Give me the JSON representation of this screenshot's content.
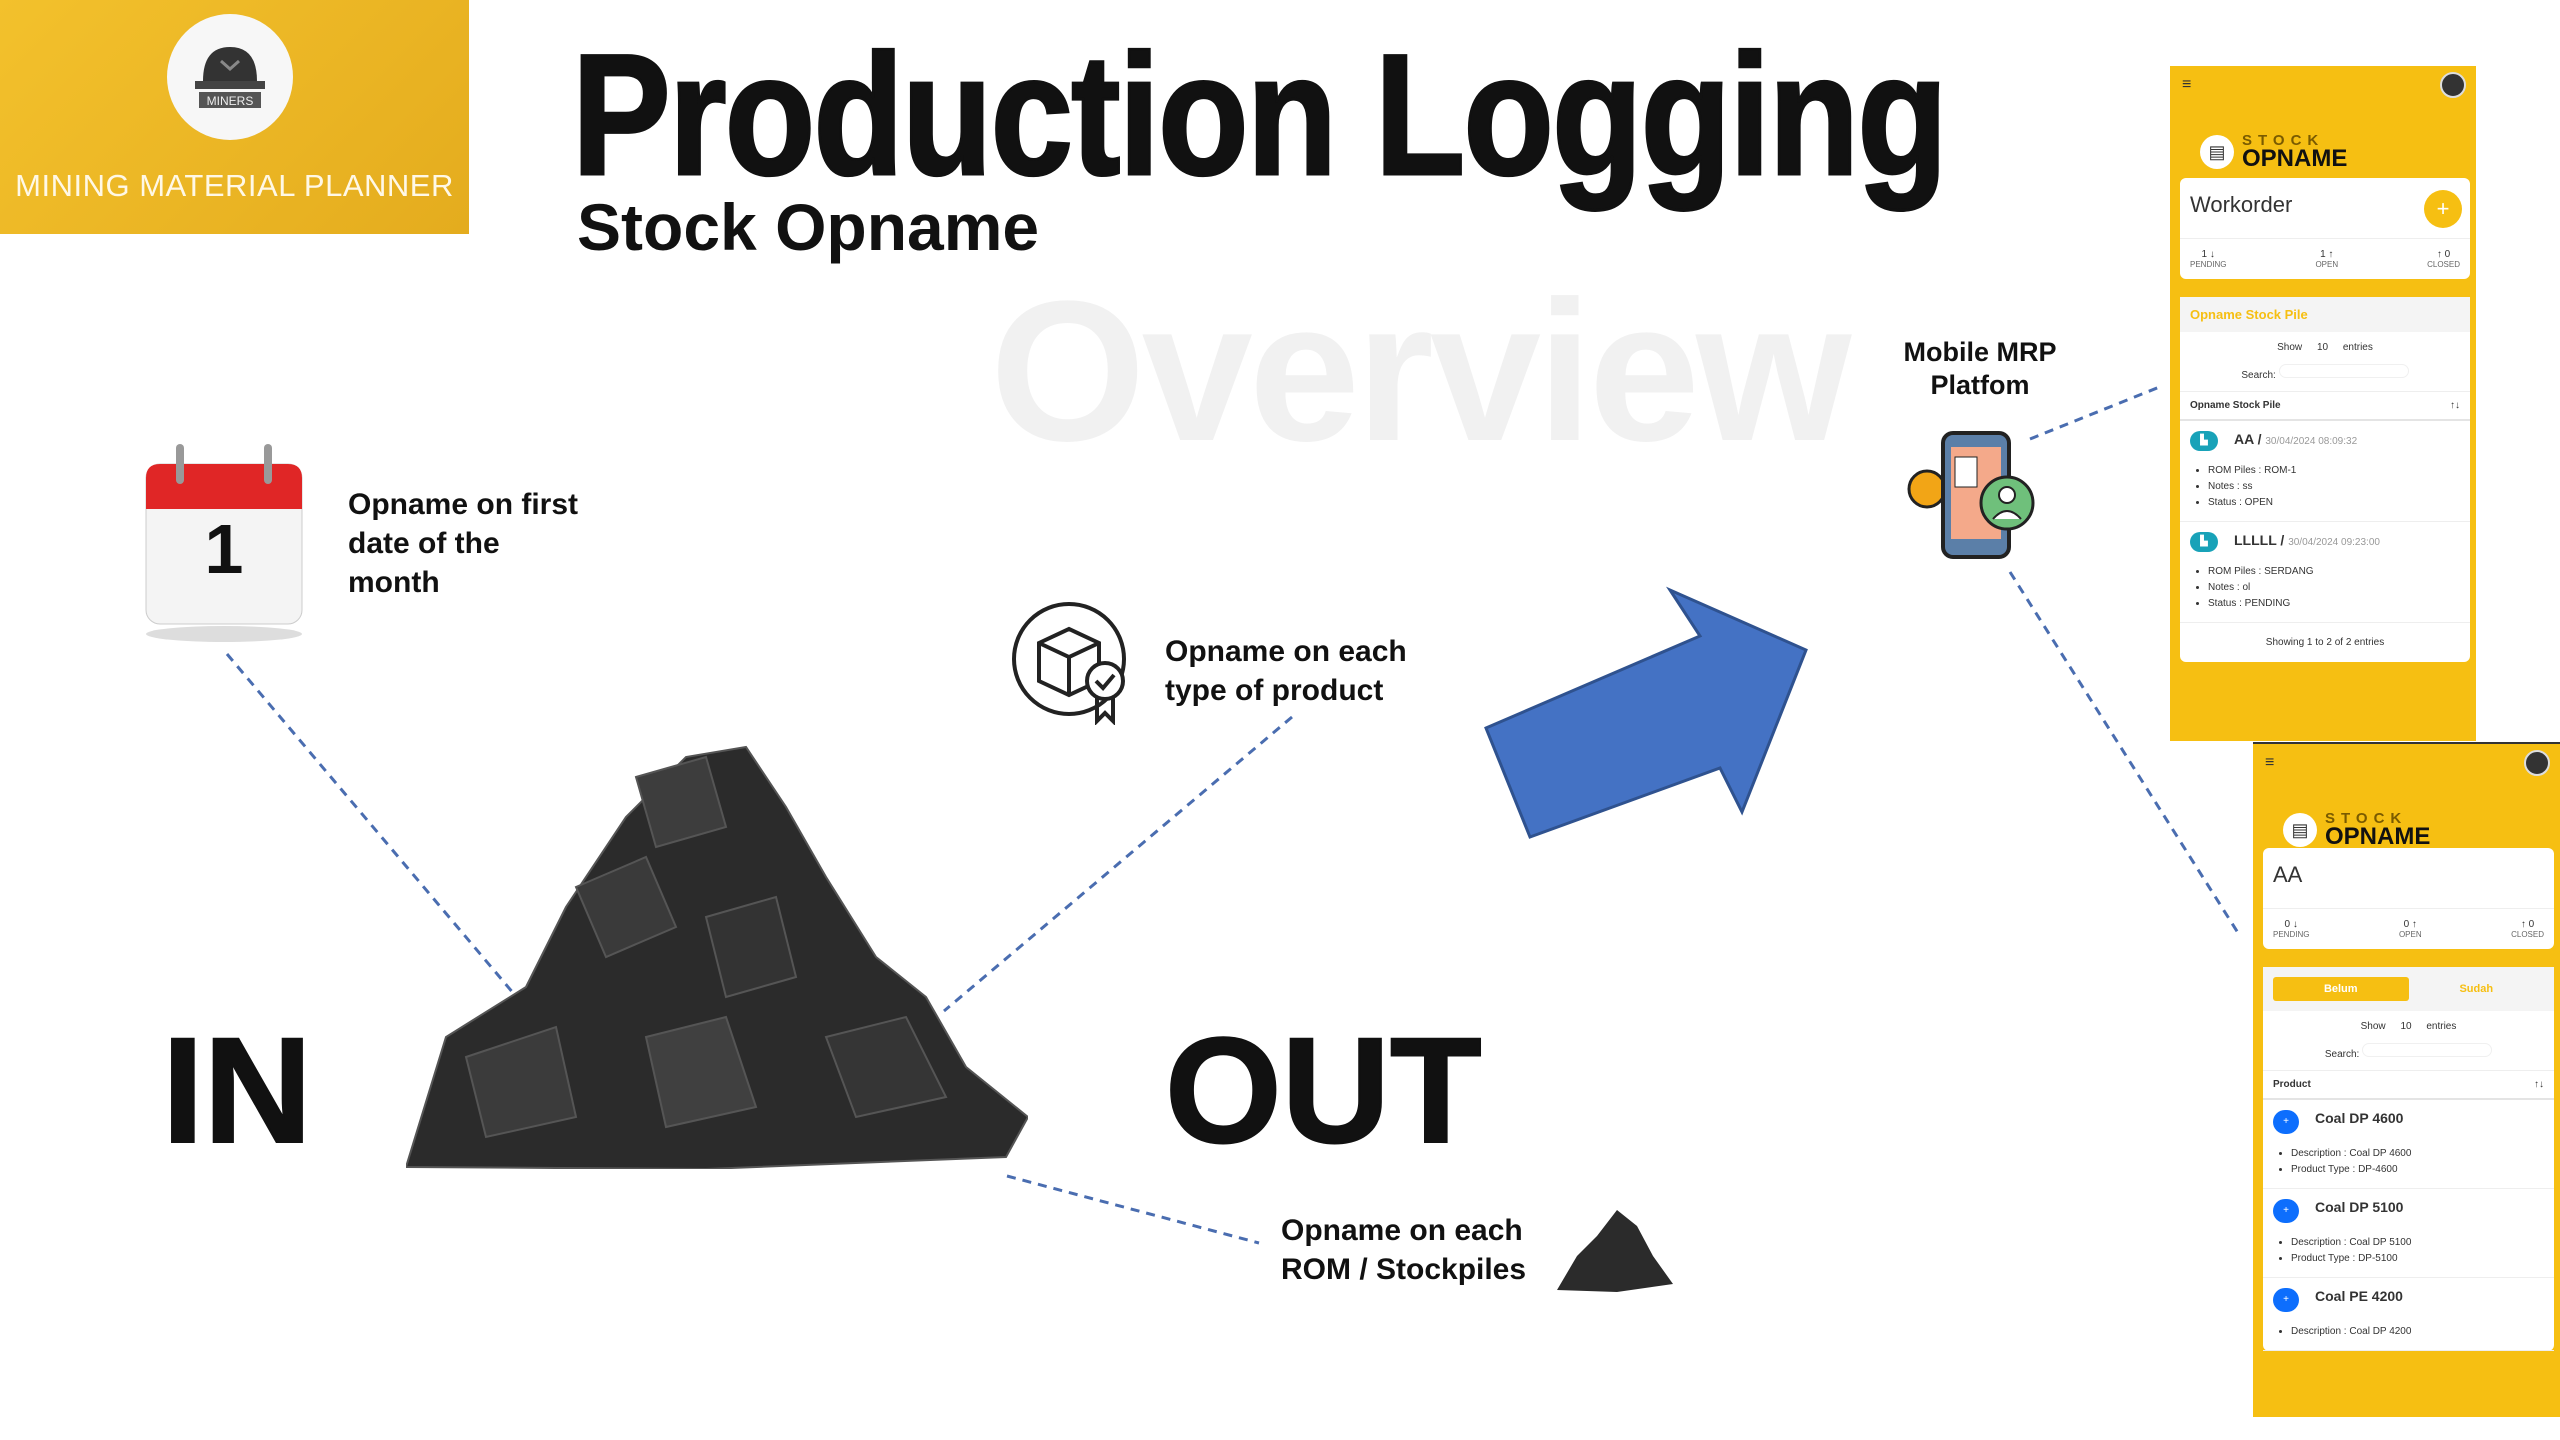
{
  "logo": {
    "emblem_text": "MINERS",
    "title": "MINING MATERIAL PLANNER"
  },
  "header": {
    "title": "Production Logging",
    "subtitle": "Stock Opname",
    "watermark": "Overview"
  },
  "labels": {
    "first_date": [
      "Opname on first",
      "date of the",
      "month"
    ],
    "calendar_day": "1",
    "product_type": [
      "Opname on each",
      "type of product"
    ],
    "rom": [
      "Opname on each",
      "ROM / Stockpiles"
    ],
    "in": "IN",
    "out": "OUT",
    "mobile": [
      "Mobile MRP",
      "Platfom"
    ]
  },
  "colors": {
    "brand_yellow": "#f6bf12",
    "arrow_blue": "#4472c4"
  },
  "phone1": {
    "brand_top": "STOCK",
    "brand_bottom": "OPNAME",
    "card_title": "Workorder",
    "add": "+",
    "stats": [
      {
        "value": "1 ↓",
        "label": "PENDING"
      },
      {
        "value": "1 ↑",
        "label": "OPEN"
      },
      {
        "value": "↑ 0",
        "label": "CLOSED"
      }
    ],
    "section": "Opname Stock Pile",
    "show": "Show",
    "show_value": "10",
    "entries": "entries",
    "search": "Search:",
    "column": "Opname Stock Pile",
    "sort": "↑↓",
    "rows": [
      {
        "name": "AA /",
        "date": "30/04/2024 08:09:32",
        "items": [
          "ROM Piles : ROM-1",
          "Notes : ss",
          "Status : OPEN"
        ]
      },
      {
        "name": "LLLLL /",
        "date": "30/04/2024 09:23:00",
        "items": [
          "ROM Piles : SERDANG",
          "Notes : ol",
          "Status : PENDING"
        ]
      }
    ],
    "footer": "Showing 1 to 2 of 2 entries"
  },
  "phone2": {
    "brand_top": "STOCK",
    "brand_bottom": "OPNAME",
    "card_title": "AA",
    "stats": [
      {
        "value": "0 ↓",
        "label": "PENDING"
      },
      {
        "value": "0 ↑",
        "label": "OPEN"
      },
      {
        "value": "↑ 0",
        "label": "CLOSED"
      }
    ],
    "tabs": [
      "Belum",
      "Sudah"
    ],
    "show": "Show",
    "show_value": "10",
    "entries": "entries",
    "search": "Search:",
    "column": "Product",
    "sort": "↑↓",
    "rows": [
      {
        "name": "Coal DP 4600",
        "items": [
          "Description : Coal DP 4600",
          "Product Type : DP-4600"
        ]
      },
      {
        "name": "Coal DP 5100",
        "items": [
          "Description : Coal DP 5100",
          "Product Type : DP-5100"
        ]
      },
      {
        "name": "Coal PE 4200",
        "items": [
          "Description : Coal DP 4200"
        ]
      }
    ]
  }
}
